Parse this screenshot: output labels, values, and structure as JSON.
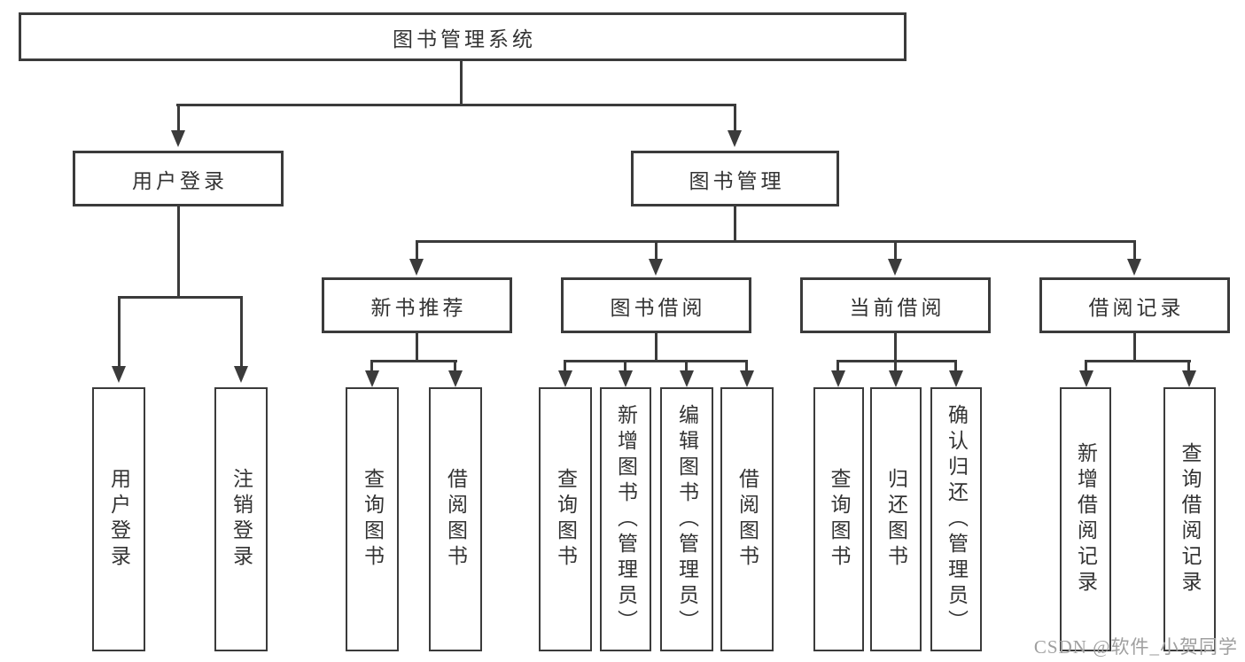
{
  "diagram": {
    "root": {
      "label": "图书管理系统"
    },
    "login_branch": {
      "label": "用户登录",
      "children": [
        {
          "label": "用户登录"
        },
        {
          "label": "注销登录"
        }
      ]
    },
    "mgmt_branch": {
      "label": "图书管理",
      "groups": [
        {
          "label": "新书推荐",
          "children": [
            {
              "label": "查询图书"
            },
            {
              "label": "借阅图书"
            }
          ]
        },
        {
          "label": "图书借阅",
          "children": [
            {
              "label": "查询图书"
            },
            {
              "label": "新增图书（管理员）"
            },
            {
              "label": "编辑图书（管理员）"
            },
            {
              "label": "借阅图书"
            }
          ]
        },
        {
          "label": "当前借阅",
          "children": [
            {
              "label": "查询图书"
            },
            {
              "label": "归还图书"
            },
            {
              "label": "确认归还（管理员）"
            }
          ]
        },
        {
          "label": "借阅记录",
          "children": [
            {
              "label": "新增借阅记录"
            },
            {
              "label": "查询借阅记录"
            }
          ]
        }
      ]
    },
    "watermark": "CSDN @软件_小贺同学",
    "colors": {
      "line": "#3b3b3b",
      "text": "#333333",
      "background": "#ffffff",
      "watermark": "#9f9f9f"
    }
  }
}
